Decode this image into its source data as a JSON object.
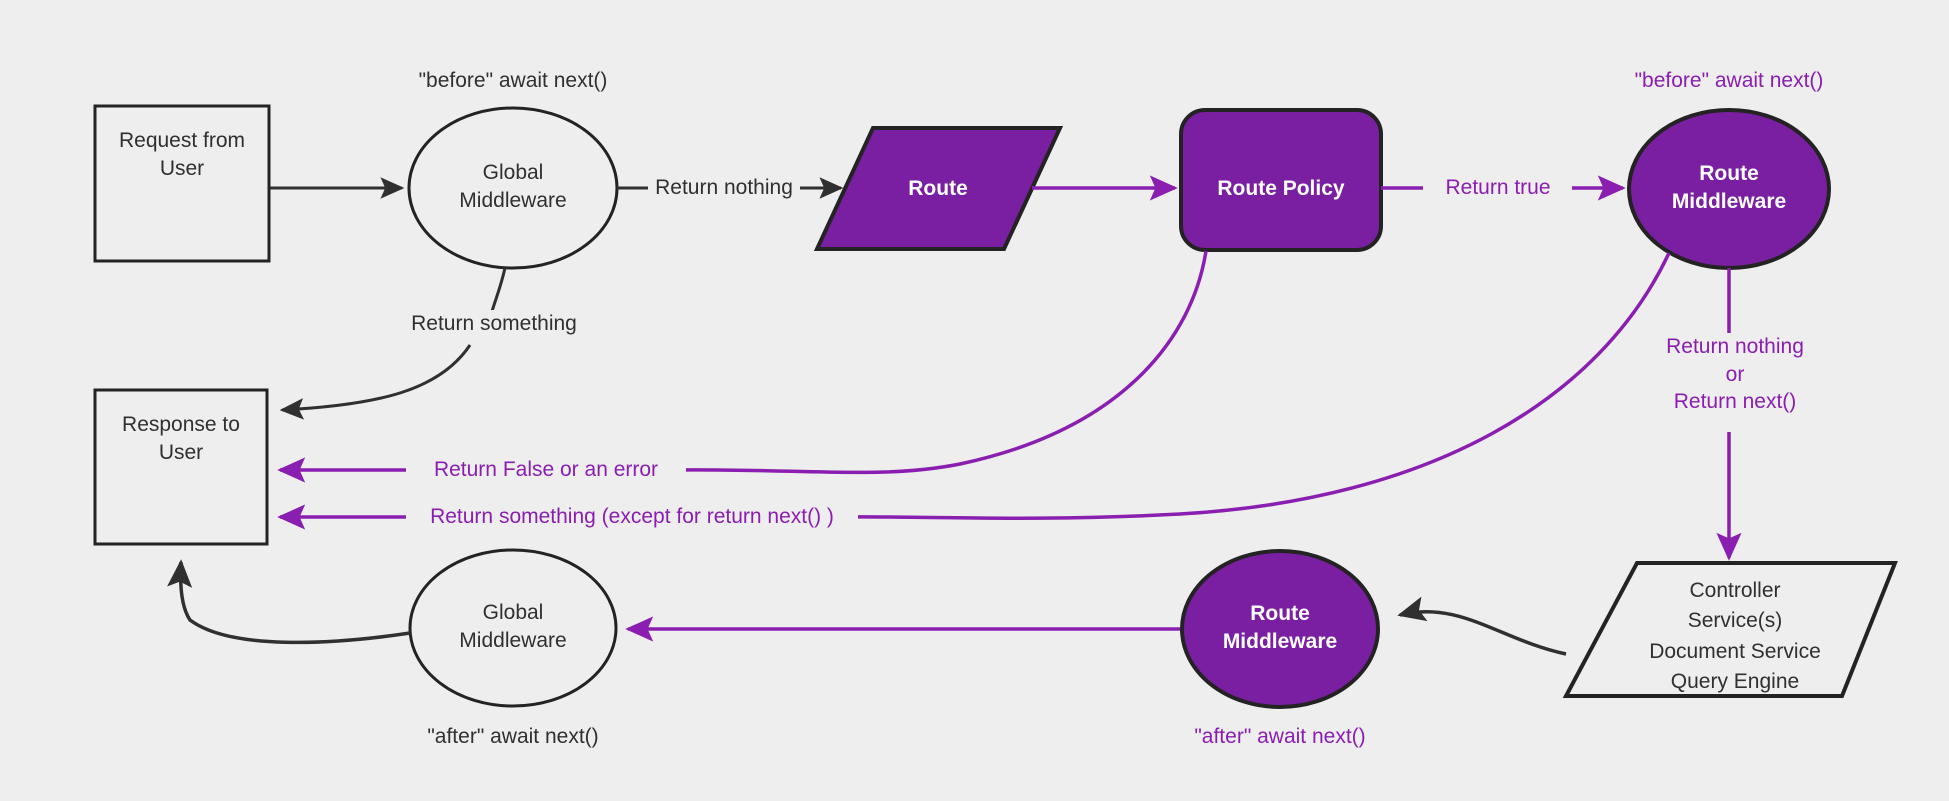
{
  "diagram": {
    "title": "Middleware request/response lifecycle flow",
    "background_color": "#eeeeee",
    "accent_purple": "#7B1FA2",
    "line_purple": "#8a1eb0",
    "line_dark": "#303030",
    "nodes": [
      {
        "id": "request-from-user",
        "label": "Request from\nUser",
        "shape": "rectangle",
        "fill": "#eeeeee",
        "text_color": "#303030"
      },
      {
        "id": "global-middleware-before",
        "label": "Global\nMiddleware",
        "shape": "ellipse",
        "fill": "#eeeeee",
        "text_color": "#303030"
      },
      {
        "id": "route",
        "label": "Route",
        "shape": "parallelogram",
        "fill": "#7B1FA2",
        "text_color": "#ffffff"
      },
      {
        "id": "route-policy",
        "label": "Route Policy",
        "shape": "rounded-rectangle",
        "fill": "#7B1FA2",
        "text_color": "#ffffff"
      },
      {
        "id": "route-middleware-before",
        "label": "Route\nMiddleware",
        "shape": "ellipse",
        "fill": "#7B1FA2",
        "text_color": "#ffffff"
      },
      {
        "id": "controller-stack",
        "label": "Controller\nService(s)\nDocument Service\nQuery Engine",
        "shape": "parallelogram",
        "fill": "#eeeeee",
        "text_color": "#303030"
      },
      {
        "id": "route-middleware-after",
        "label": "Route\nMiddleware",
        "shape": "ellipse",
        "fill": "#7B1FA2",
        "text_color": "#ffffff"
      },
      {
        "id": "global-middleware-after",
        "label": "Global\nMiddleware",
        "shape": "ellipse",
        "fill": "#eeeeee",
        "text_color": "#303030"
      },
      {
        "id": "response-to-user",
        "label": "Response to\nUser",
        "shape": "rectangle",
        "fill": "#eeeeee",
        "text_color": "#303030"
      }
    ],
    "annotations": [
      {
        "id": "global-before-annotation",
        "text": "\"before\" await next()",
        "color": "#303030"
      },
      {
        "id": "route-middleware-before-annotation",
        "text": "\"before\" await next()",
        "color": "#8a1eb0"
      },
      {
        "id": "global-after-annotation",
        "text": "\"after\" await next()",
        "color": "#303030"
      },
      {
        "id": "route-middleware-after-annotation",
        "text": "\"after\" await next()",
        "color": "#8a1eb0"
      }
    ],
    "edges": [
      {
        "id": "edge-request-to-global",
        "label": "",
        "color": "#303030"
      },
      {
        "id": "edge-return-nothing",
        "label": "Return nothing",
        "color": "#303030"
      },
      {
        "id": "edge-return-something-global",
        "label": "Return something",
        "color": "#303030"
      },
      {
        "id": "edge-route-to-policy",
        "label": "",
        "color": "#8a1eb0"
      },
      {
        "id": "edge-return-true",
        "label": "Return true",
        "color": "#8a1eb0"
      },
      {
        "id": "edge-return-false-or-error",
        "label": "Return False or an error",
        "color": "#8a1eb0"
      },
      {
        "id": "edge-return-something-except-next",
        "label": "Return something (except for return next() )",
        "color": "#8a1eb0"
      },
      {
        "id": "edge-return-nothing-or-next",
        "label": "Return nothing\nor\nReturn next()",
        "color": "#8a1eb0"
      },
      {
        "id": "edge-controller-to-route-middleware-after",
        "label": "",
        "color": "#303030"
      },
      {
        "id": "edge-route-middleware-after-to-global-after",
        "label": "",
        "color": "#8a1eb0"
      },
      {
        "id": "edge-global-after-to-response",
        "label": "",
        "color": "#303030"
      }
    ]
  }
}
